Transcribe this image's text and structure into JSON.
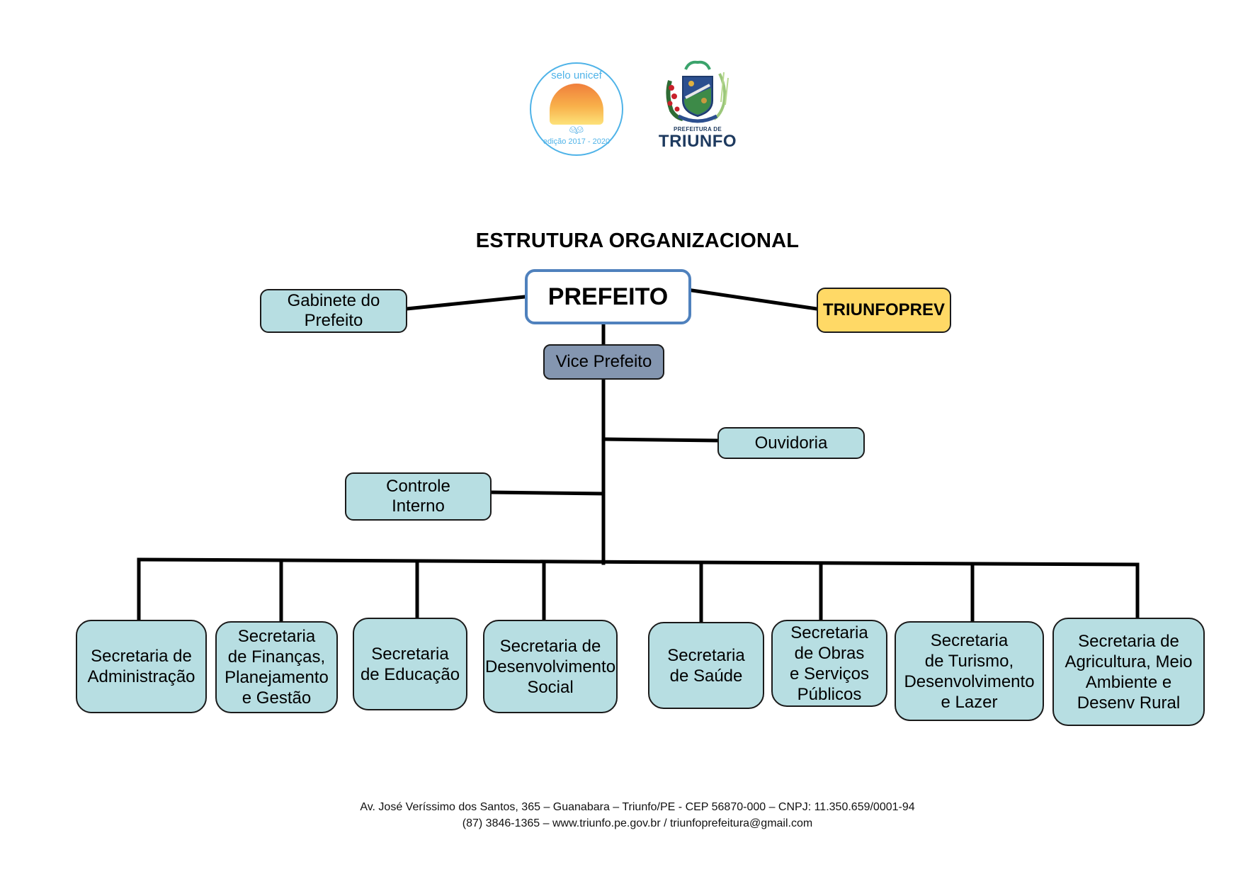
{
  "document": {
    "title": "ESTRUTURA ORGANIZACIONAL",
    "footer": {
      "line1": "Av. José Veríssimo dos Santos, 365 – Guanabara – Triunfo/PE - CEP 56870-000 – CNPJ: 11.350.659/0001-94",
      "line2": "(87) 3846-1365 – www.triunfo.pe.gov.br / triunfoprefeitura@gmail.com"
    }
  },
  "logos": {
    "unicef": {
      "top_text": "selo unicef",
      "bottom_text": "edição 2017 - 2020",
      "icon": "children-icon"
    },
    "triunfo": {
      "small_text": "PREFEITURA DE",
      "name": "TRIUNFO",
      "icon": "coat-of-arms-icon"
    }
  },
  "colors": {
    "teal_box": "#b7dee2",
    "prefeito_border": "#4f81bd",
    "vice_box": "#8496b0",
    "triunfoprev_box": "#ffd966",
    "connector": "#000000"
  },
  "org": {
    "prefeito": "PREFEITO",
    "gabinete": "Gabinete do\nPrefeito",
    "triunfoprev": "TRIUNFOPREV",
    "vice": "Vice Prefeito",
    "ouvidoria": "Ouvidoria",
    "controle": "Controle\nInterno",
    "secretarias": [
      "Secretaria de\nAdministração",
      "Secretaria\nde Finanças,\nPlanejamento\ne Gestão",
      "Secretaria\nde Educação",
      "Secretaria de\nDesenvolvimento\nSocial",
      "Secretaria\nde Saúde",
      "Secretaria\nde Obras\ne Serviços\nPúblicos",
      "Secretaria\nde Turismo,\nDesenvolvimento\ne Lazer",
      "Secretaria de\nAgricultura, Meio\nAmbiente e\nDesenv Rural"
    ]
  }
}
